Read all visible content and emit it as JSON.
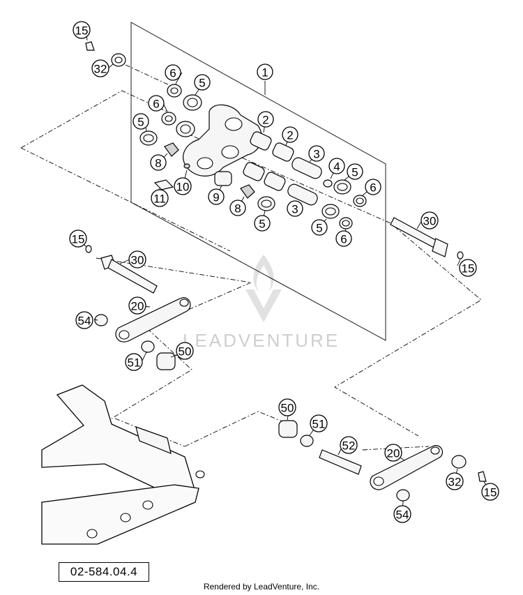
{
  "diagram": {
    "code": "02-584.04.4",
    "credit": "Rendered by LeadVenture, Inc.",
    "watermark": "LEADVENTURE",
    "callouts": [
      {
        "id": "c15a",
        "label": "15"
      },
      {
        "id": "c32a",
        "label": "32"
      },
      {
        "id": "c1",
        "label": "1"
      },
      {
        "id": "c6a",
        "label": "6"
      },
      {
        "id": "c5a",
        "label": "5"
      },
      {
        "id": "c6b",
        "label": "6"
      },
      {
        "id": "c5b",
        "label": "5"
      },
      {
        "id": "c2a",
        "label": "2"
      },
      {
        "id": "c2b",
        "label": "2"
      },
      {
        "id": "c3a",
        "label": "3"
      },
      {
        "id": "c4",
        "label": "4"
      },
      {
        "id": "c5c",
        "label": "5"
      },
      {
        "id": "c6c",
        "label": "6"
      },
      {
        "id": "c8a",
        "label": "8"
      },
      {
        "id": "c10",
        "label": "10"
      },
      {
        "id": "c11",
        "label": "11"
      },
      {
        "id": "c9",
        "label": "9"
      },
      {
        "id": "c8b",
        "label": "8"
      },
      {
        "id": "c3b",
        "label": "3"
      },
      {
        "id": "c5d",
        "label": "5"
      },
      {
        "id": "c5e",
        "label": "5"
      },
      {
        "id": "c6d",
        "label": "6"
      },
      {
        "id": "c30a",
        "label": "30"
      },
      {
        "id": "c15b",
        "label": "15"
      },
      {
        "id": "c15c",
        "label": "15"
      },
      {
        "id": "c30b",
        "label": "30"
      },
      {
        "id": "c20a",
        "label": "20"
      },
      {
        "id": "c54a",
        "label": "54"
      },
      {
        "id": "c50a",
        "label": "50"
      },
      {
        "id": "c51a",
        "label": "51"
      },
      {
        "id": "c50b",
        "label": "50"
      },
      {
        "id": "c51b",
        "label": "51"
      },
      {
        "id": "c52",
        "label": "52"
      },
      {
        "id": "c20b",
        "label": "20"
      },
      {
        "id": "c32b",
        "label": "32"
      },
      {
        "id": "c15d",
        "label": "15"
      },
      {
        "id": "c54b",
        "label": "54"
      }
    ]
  }
}
